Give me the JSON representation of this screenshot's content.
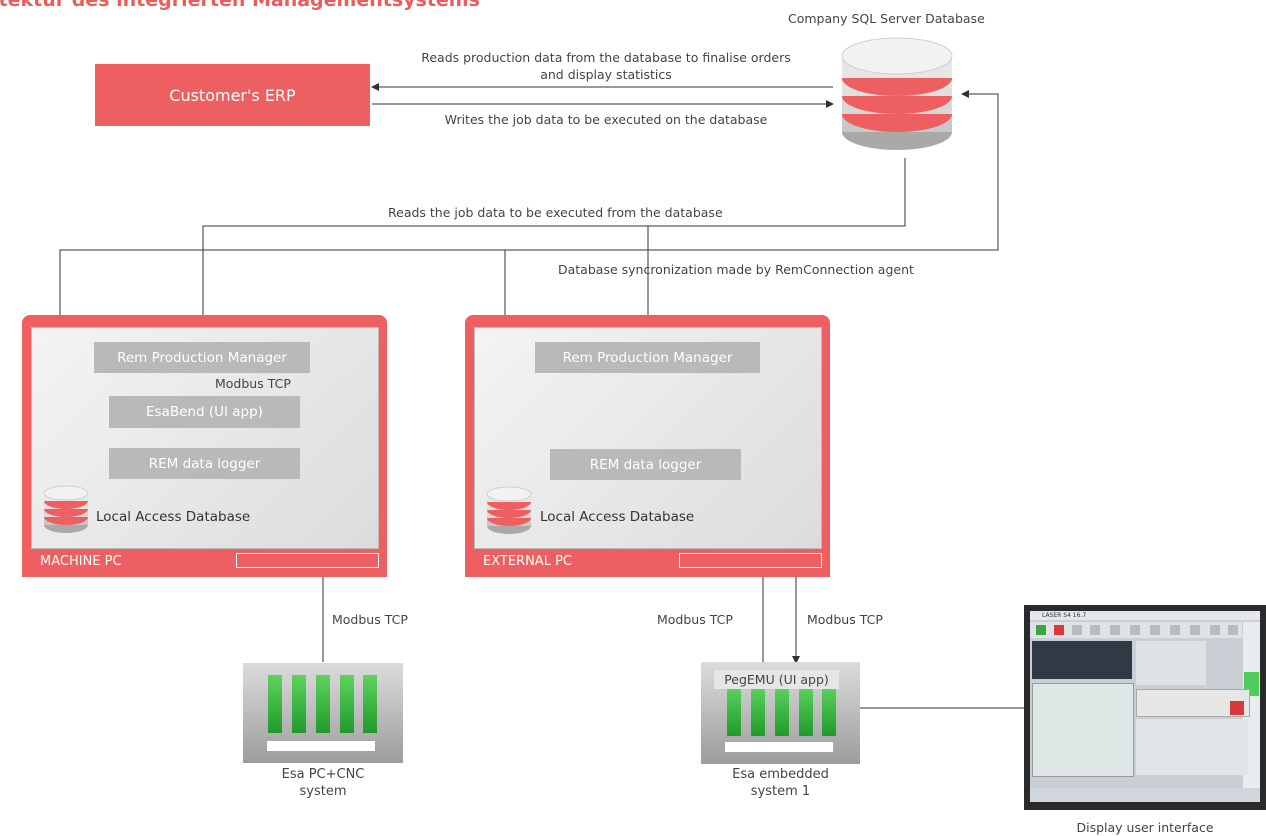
{
  "title": "itektur des integrierten Managementsystems",
  "sql_db_label": "Company SQL Server Database",
  "erp_label": "Customer's ERP",
  "arrow_reads_1": "Reads production data from the database to finalise orders",
  "arrow_reads_2": "and display statistics",
  "arrow_writes": "Writes the job data to be executed on the database",
  "arrow_reads_job": "Reads the job data to be executed from the database",
  "arrow_sync": "Database syncronization made by RemConnection agent",
  "machine_pc": {
    "label": "MACHINE PC",
    "rpm": "Rem Production Manager",
    "modbus": "Modbus TCP",
    "esabend": "EsaBend (UI app)",
    "logger": "REM data logger",
    "local_db": "Local Access Database"
  },
  "external_pc": {
    "label": "EXTERNAL PC",
    "rpm": "Rem Production Manager",
    "logger": "REM data logger",
    "local_db": "Local Access Database"
  },
  "modbus_left": "Modbus TCP",
  "modbus_mid": "Modbus TCP",
  "modbus_right": "Modbus TCP",
  "esa_pc_1": "Esa PC+CNC",
  "esa_pc_2": "system",
  "pegemu": "PegEMU (UI app)",
  "esa_emb_1": "Esa embedded",
  "esa_emb_2": "system 1",
  "display_label": "Display user interface",
  "screen_title": "LASER S4 16.7",
  "colors": {
    "accent": "#ee5f61",
    "box_grey": "#b9b9b9",
    "led_green": "#2fb53a"
  }
}
